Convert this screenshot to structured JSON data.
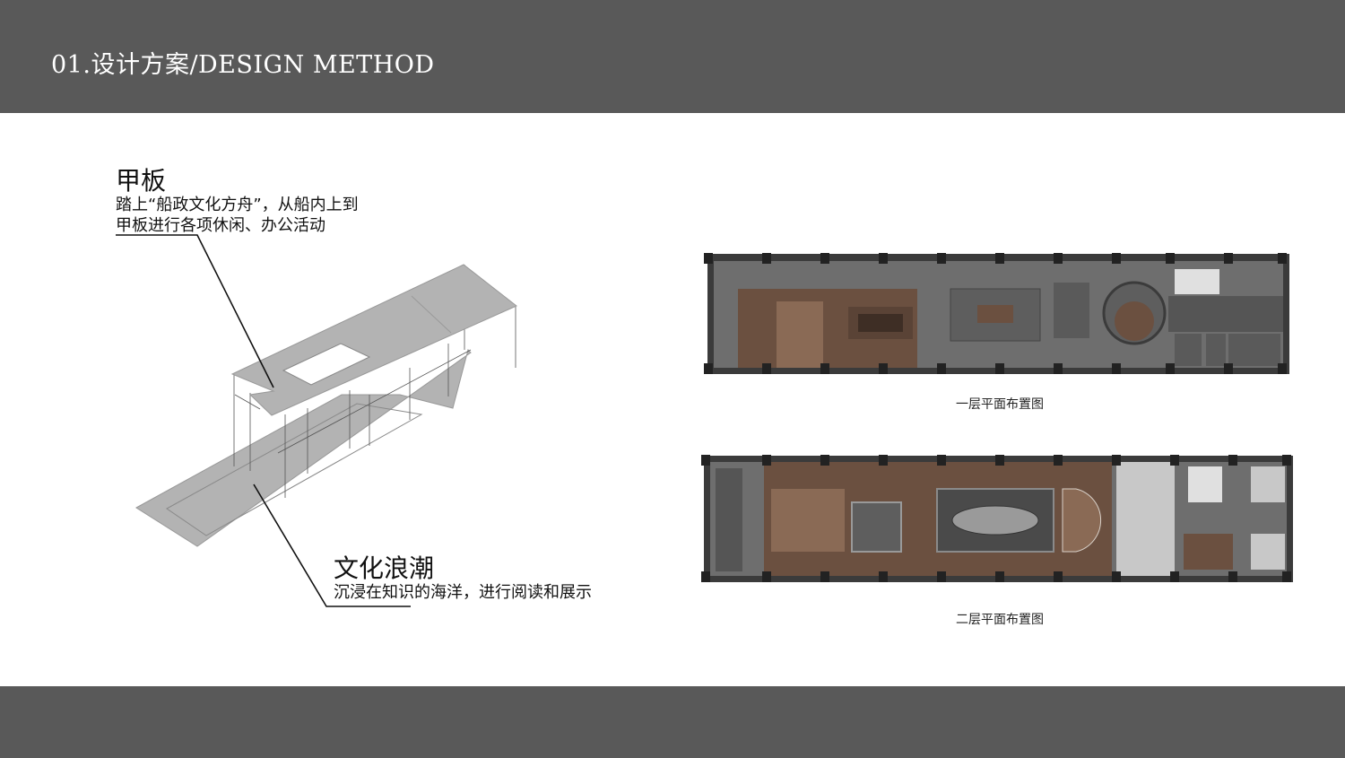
{
  "header": {
    "title": "01.设计方案/DESIGN METHOD"
  },
  "diagram": {
    "deck": {
      "heading": "甲板",
      "desc_line1": "踏上“船政文化方舟”，从船内上到",
      "desc_line2": "甲板进行各项休闲、办公活动"
    },
    "culture_wave": {
      "heading": "文化浪潮",
      "desc": "沉浸在知识的海洋，进行阅读和展示"
    }
  },
  "plans": {
    "floor1_caption": "一层平面布置图",
    "floor2_caption": "二层平面布置图"
  },
  "colors": {
    "bar": "#595959",
    "plan_dark": "#3b3b3b",
    "plan_mid": "#6e6e6e",
    "wood": "#6b5040",
    "slab": "#b3b3b3"
  }
}
